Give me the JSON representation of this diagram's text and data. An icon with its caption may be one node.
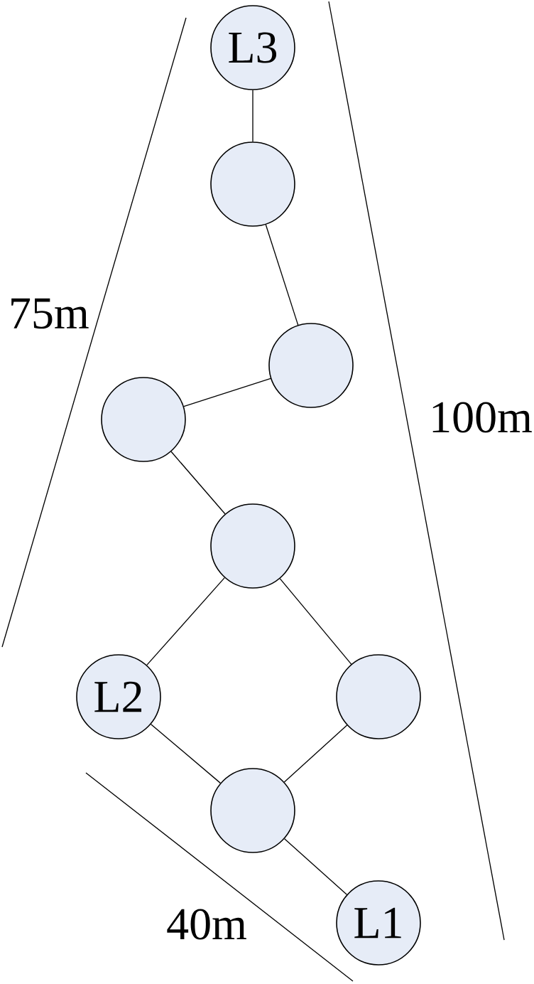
{
  "diagram": {
    "nodes": [
      {
        "text": [
          "L3"
        ]
      },
      {
        "text": [],
        "shape": "circle"
      },
      {
        "text": [],
        "shape": "circle"
      },
      {
        "text": [],
        "shape": "circle"
      },
      {
        "text": [],
        "shape": "circle"
      },
      {
        "text": [
          "L2"
        ]
      },
      {
        "text": [],
        "shape": "circle"
      },
      {
        "text": [],
        "shape": "circle"
      },
      {
        "text": [
          "L1"
        ]
      }
    ],
    "edges": [
      {
        "from": 0,
        "to": 1,
        "arrow": "none"
      },
      {
        "from": 1,
        "to": 2,
        "arrow": "none"
      },
      {
        "from": 2,
        "to": 3,
        "arrow": "none"
      },
      {
        "from": 3,
        "to": 4,
        "arrow": "none"
      },
      {
        "from": 4,
        "to": 5,
        "arrow": "none"
      },
      {
        "from": 4,
        "to": 6,
        "arrow": "none"
      },
      {
        "from": 5,
        "to": 7,
        "arrow": "none"
      },
      {
        "from": 6,
        "to": 7,
        "arrow": "none"
      },
      {
        "from": 7,
        "to": 8,
        "arrow": "none"
      }
    ],
    "labels": [
      "75m",
      "100m",
      "40m"
    ]
  }
}
